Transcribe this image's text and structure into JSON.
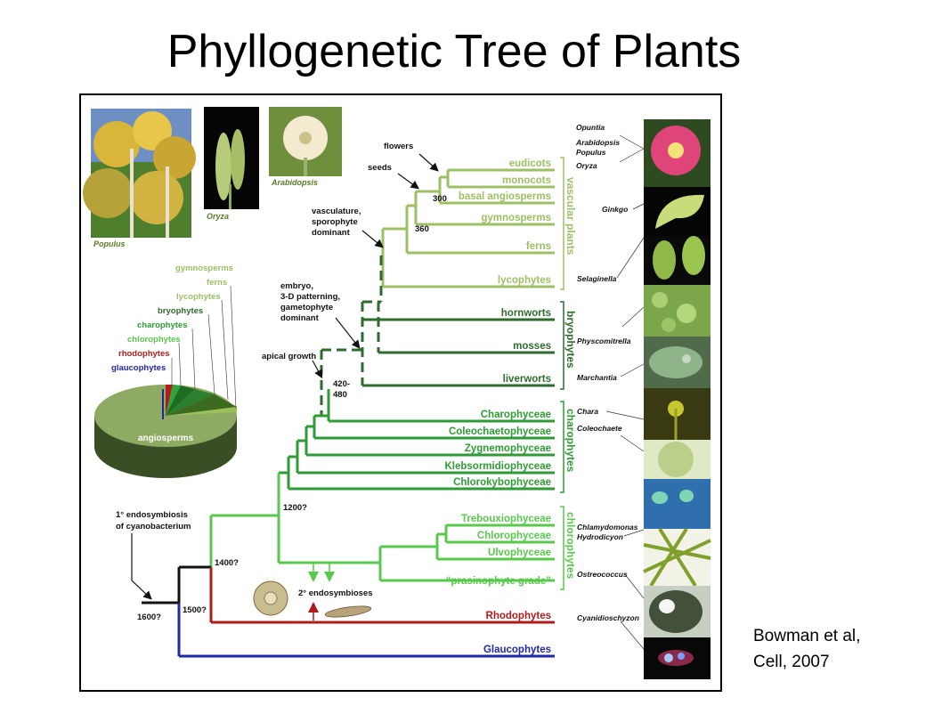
{
  "title": "Phyllogenetic Tree of Plants",
  "citation": {
    "line1": "Bowman et al,",
    "line2": "Cell, 2007"
  },
  "colors": {
    "vascular": "#9cc063",
    "bryophyte": "#2f6b2f",
    "charophyte": "#2f9b34",
    "chlorophyte": "#58c94b",
    "red": "#b01c1c",
    "blue": "#2127a8",
    "black": "#111111"
  },
  "photo_labels": {
    "populus": "Populus",
    "oryza": "Oryza",
    "arabidopsis": "Arabidopsis"
  },
  "pie": {
    "legend": [
      "gymnosperms",
      "ferns",
      "lycophytes",
      "bryophytes",
      "charophytes",
      "chlorophytes",
      "rhodophytes",
      "glaucophytes"
    ],
    "main_label": "angiosperms"
  },
  "taxa": {
    "eudicots": "eudicots",
    "monocots": "monocots",
    "basal_angiosperms": "basal angiosperms",
    "gymnosperms": "gymnosperms",
    "ferns": "ferns",
    "lycophytes": "lycophytes",
    "hornworts": "hornworts",
    "mosses": "mosses",
    "liverworts": "liverworts",
    "charophyceae": "Charophyceae",
    "coleochaetophyceae": "Coleochaetophyceae",
    "zygnemophyceae": "Zygnemophyceae",
    "klebsormidiophyceae": "Klebsormidiophyceae",
    "chlorokybophyceae": "Chlorokybophyceae",
    "trebouxiophyceae": "Trebouxiophyceae",
    "chlorophyceae": "Chlorophyceae",
    "ulvophyceae": "Ulvophyceae",
    "prasinophyte": "“prasinophyte grade”",
    "rhodophytes": "Rhodophytes",
    "glaucophytes": "Glaucophytes"
  },
  "groups": {
    "vascular_plants": "vascular plants",
    "bryophytes": "bryophytes",
    "charophytes": "charophytes",
    "chlorophytes": "chlorophytes"
  },
  "annotations": {
    "flowers": "flowers",
    "seeds": "seeds",
    "vasculature_1": "vasculature,",
    "vasculature_2": "sporophyte",
    "vasculature_3": "dominant",
    "embryo_1": "embryo,",
    "embryo_2": "3-D patterning,",
    "embryo_3": "gametophyte",
    "embryo_4": "dominant",
    "apical_growth": "apical growth",
    "endo1_1": "1° endosymbiosis",
    "endo1_2": "of cyanobacterium",
    "endo2": "2° endosymbioses"
  },
  "dates": {
    "d300": "300",
    "d360": "360",
    "d420a": "420-",
    "d420b": "480",
    "d1200": "1200?",
    "d1400": "1400?",
    "d1500": "1500?",
    "d1600": "1600?"
  },
  "species": {
    "opuntia": "Opuntia",
    "arabidopsis": "Arabidopsis",
    "populus": "Populus",
    "oryza": "Oryza",
    "ginkgo": "Ginkgo",
    "selaginella": "Selaginella",
    "physcomitrella": "Physcomitrella",
    "marchantia": "Marchantia",
    "chara": "Chara",
    "coleochaete": "Coleochaete",
    "chlamydomonas": "Chlamydomonas",
    "hydrodicyon": "Hydrodicyon",
    "ostreococcus": "Ostreococcus",
    "cyanidioschyzon": "Cyanidioschyzon"
  }
}
